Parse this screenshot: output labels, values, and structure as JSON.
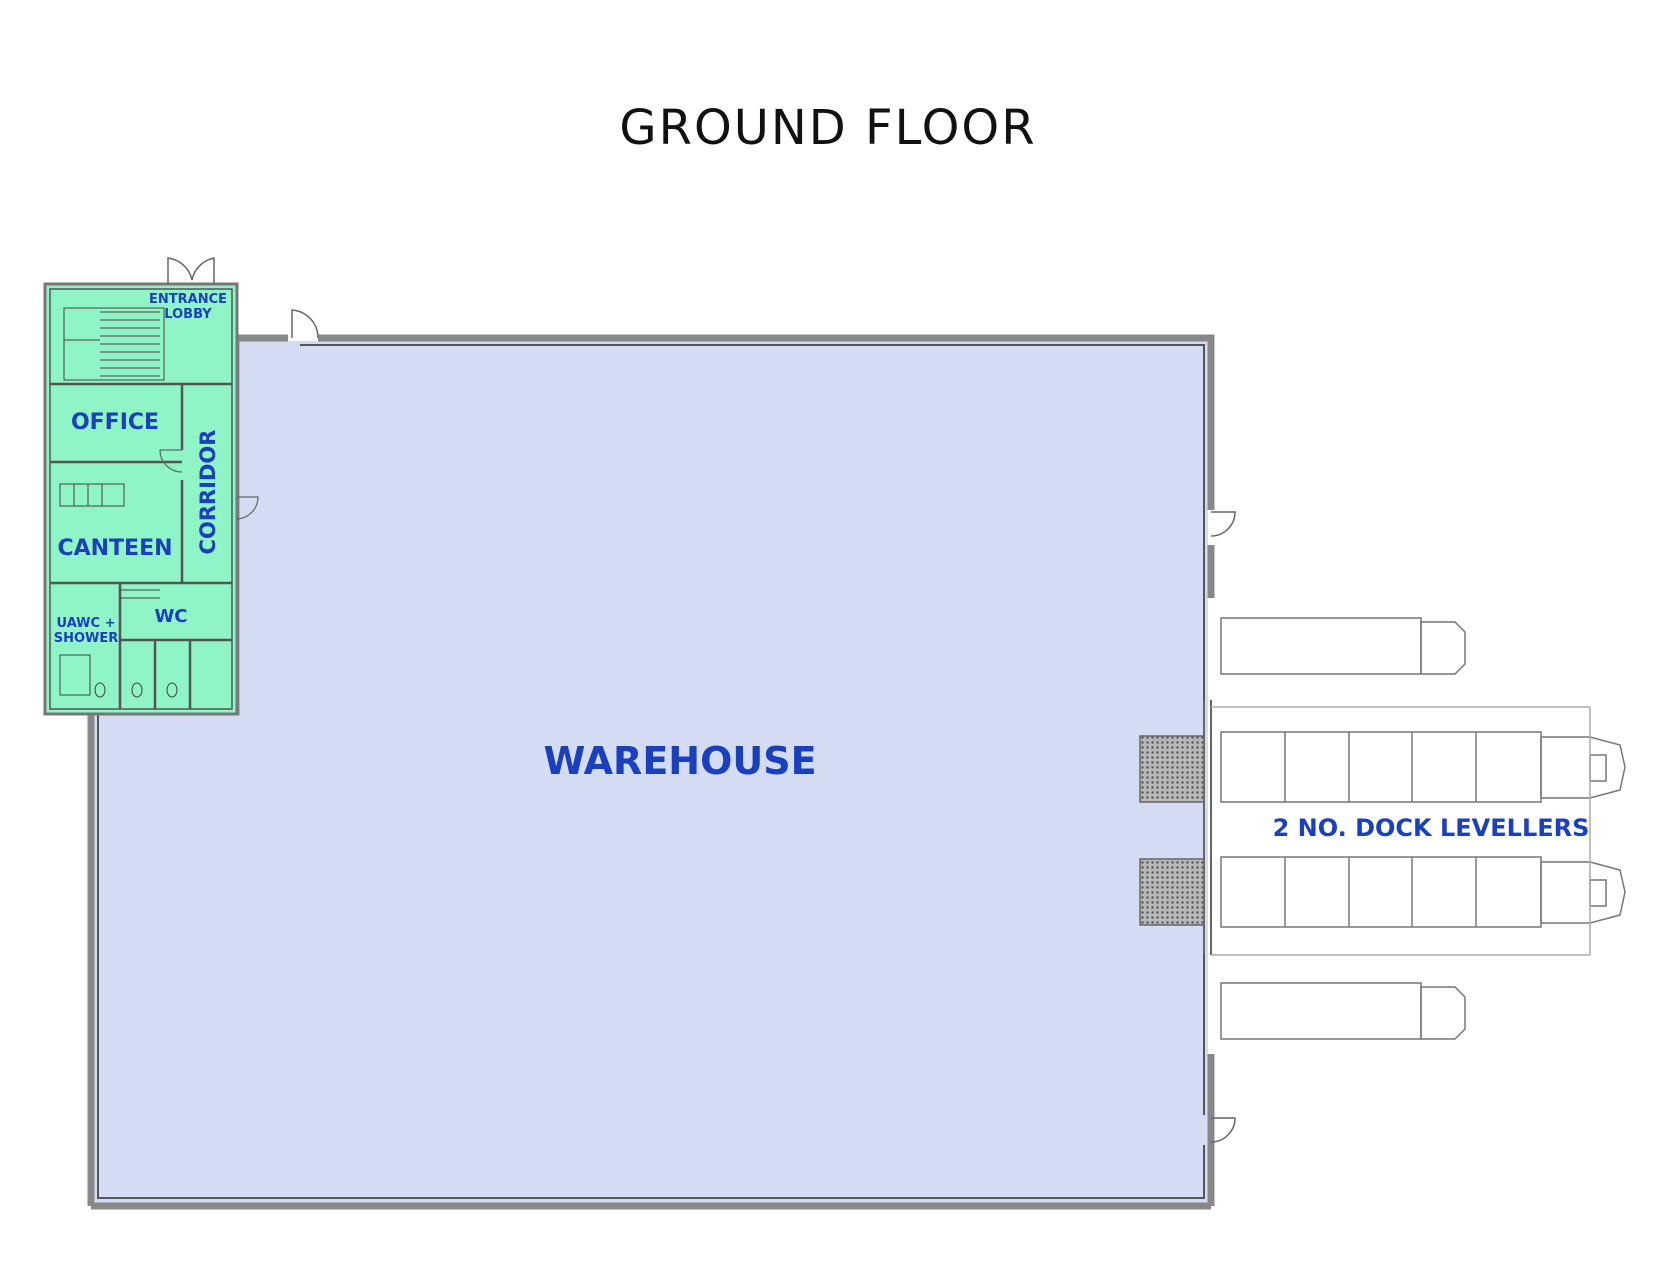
{
  "title": "GROUND FLOOR",
  "rooms": {
    "entrance_line1": "ENTRANCE",
    "entrance_line2": "LOBBY",
    "office": "OFFICE",
    "corridor": "CORRIDOR",
    "canteen": "CANTEEN",
    "uawc_line1": "UAWC +",
    "uawc_line2": "SHOWER",
    "wc": "WC",
    "warehouse": "WAREHOUSE",
    "dock": "2 NO. DOCK LEVELLERS"
  },
  "colors": {
    "office_fill": "#8ff5c6",
    "warehouse_fill": "#d4dcf3",
    "label": "#1a3fbf"
  }
}
